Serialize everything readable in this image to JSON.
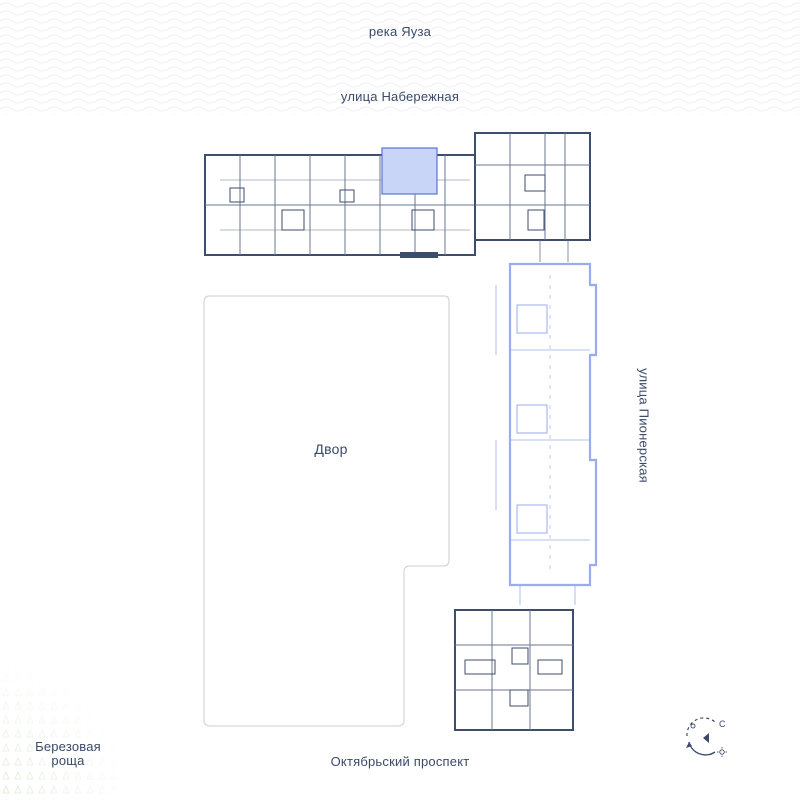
{
  "labels": {
    "river": "река Яуза",
    "embankment": "улица Набережная",
    "courtyard": "Двор",
    "pionerskaya": "улица Пионерская",
    "oktyabrsky": "Октябрьский проспект",
    "grove_line1": "Березовая",
    "grove_line2": "роща"
  },
  "compass": {
    "north_letter": "С"
  },
  "icons": [
    "wave-pattern",
    "tree-pattern",
    "compass-icon",
    "sun-icon"
  ],
  "colors": {
    "background": "#ffffff",
    "text": "#3a4a68",
    "walls": "#3d4d6e",
    "interior_lines": "#6a7690",
    "highlight_apartment": "#c9d5f7",
    "highlight_stroke": "#5a72d6",
    "selected_building": "#9aabee",
    "courtyard_outline": "#d2d6de",
    "water_waves": "#e6eaf1",
    "grove_pattern": "#dcebd6"
  }
}
